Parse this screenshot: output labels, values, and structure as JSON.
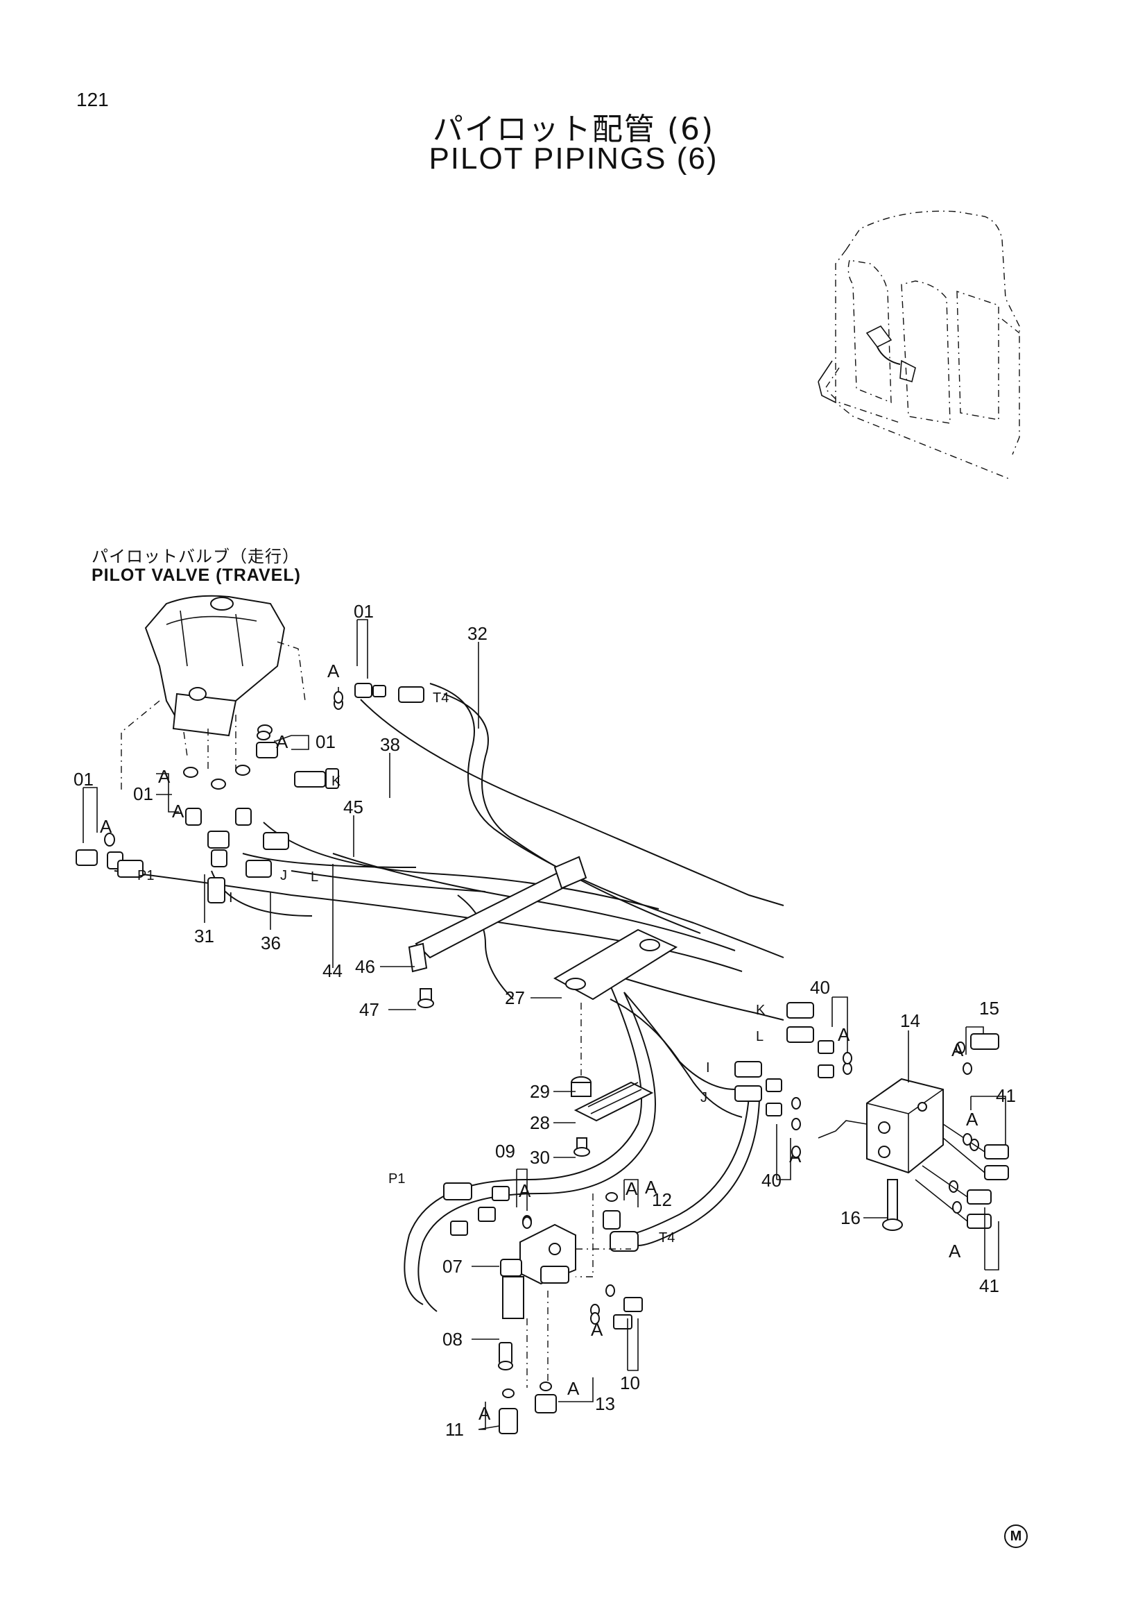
{
  "page_number": "121",
  "title_jp": "パイロット配管 (6)",
  "title_en": "PILOT PIPINGS (6)",
  "valve_label_jp": "パイロットバルブ（走行）",
  "valve_label_en": "PILOT VALVE (TRAVEL)",
  "mark": "M",
  "part_numbers": {
    "p01a": "01",
    "p01b": "01",
    "p01c": "01",
    "p01d": "01",
    "p32": "32",
    "p38": "38",
    "p45": "45",
    "p31": "31",
    "p36": "36",
    "p44": "44",
    "p46": "46",
    "p47": "47",
    "p27": "27",
    "p29": "29",
    "p28": "28",
    "p30": "30",
    "p40a": "40",
    "p40b": "40",
    "p14": "14",
    "p15": "15",
    "p41a": "41",
    "p41b": "41",
    "p16": "16",
    "p09": "09",
    "p12": "12",
    "p07": "07",
    "p08": "08",
    "p10": "10",
    "p11": "11",
    "p13": "13"
  },
  "letters": {
    "a1": "A",
    "a2": "A",
    "a3": "A",
    "a4": "A",
    "a5": "A",
    "a6": "A",
    "a7": "A",
    "a8": "A",
    "a9": "A",
    "a10": "A",
    "a11": "A",
    "a12": "A",
    "a13": "A",
    "a14": "A",
    "a15": "A",
    "a16": "A",
    "t4a": "T4",
    "t4b": "T4",
    "p1a": "P1",
    "p1b": "P1",
    "k1": "K",
    "k2": "K",
    "l1": "L",
    "l2": "L",
    "i1": "I",
    "i2": "I",
    "j1": "J",
    "j2": "J"
  }
}
